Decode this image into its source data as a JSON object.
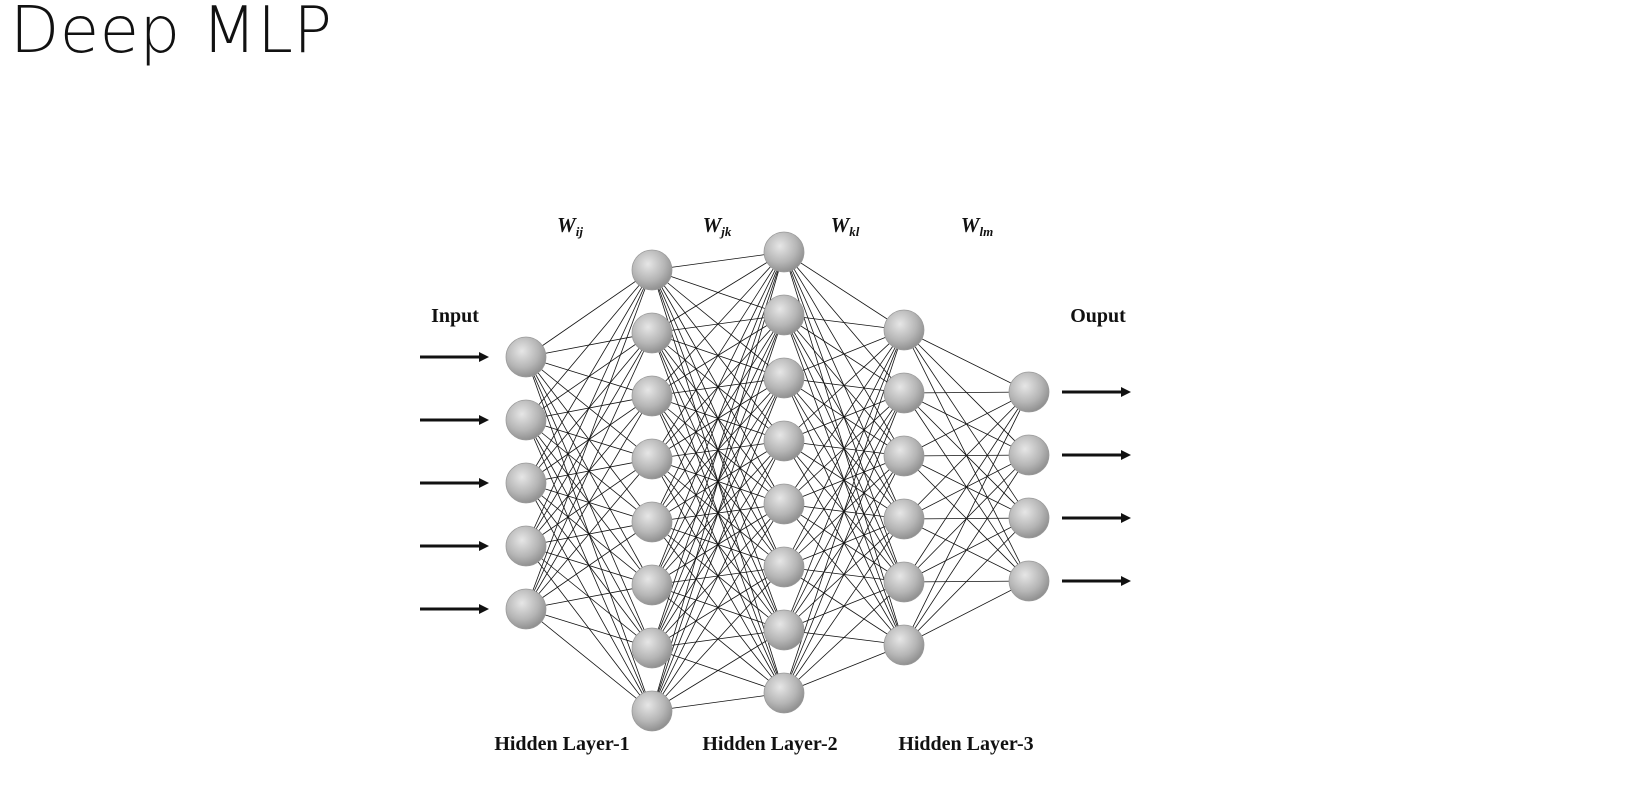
{
  "slide": {
    "title": "Deep MLP"
  },
  "diagram": {
    "input_label": "Input",
    "output_label": "Ouput",
    "weights": [
      {
        "W": "W",
        "sub": "ij"
      },
      {
        "W": "W",
        "sub": "jk"
      },
      {
        "W": "W",
        "sub": "kl"
      },
      {
        "W": "W",
        "sub": "lm"
      }
    ],
    "layers": [
      {
        "name": "input",
        "label": "",
        "nodes": 5
      },
      {
        "name": "hidden-1",
        "label": "Hidden Layer-1",
        "nodes": 8
      },
      {
        "name": "hidden-2",
        "label": "Hidden Layer-2",
        "nodes": 8
      },
      {
        "name": "hidden-3",
        "label": "Hidden Layer-3",
        "nodes": 6
      },
      {
        "name": "output",
        "label": "",
        "nodes": 4
      }
    ],
    "colors": {
      "node_fill": "#b5b5b5",
      "line": "#111111"
    }
  }
}
